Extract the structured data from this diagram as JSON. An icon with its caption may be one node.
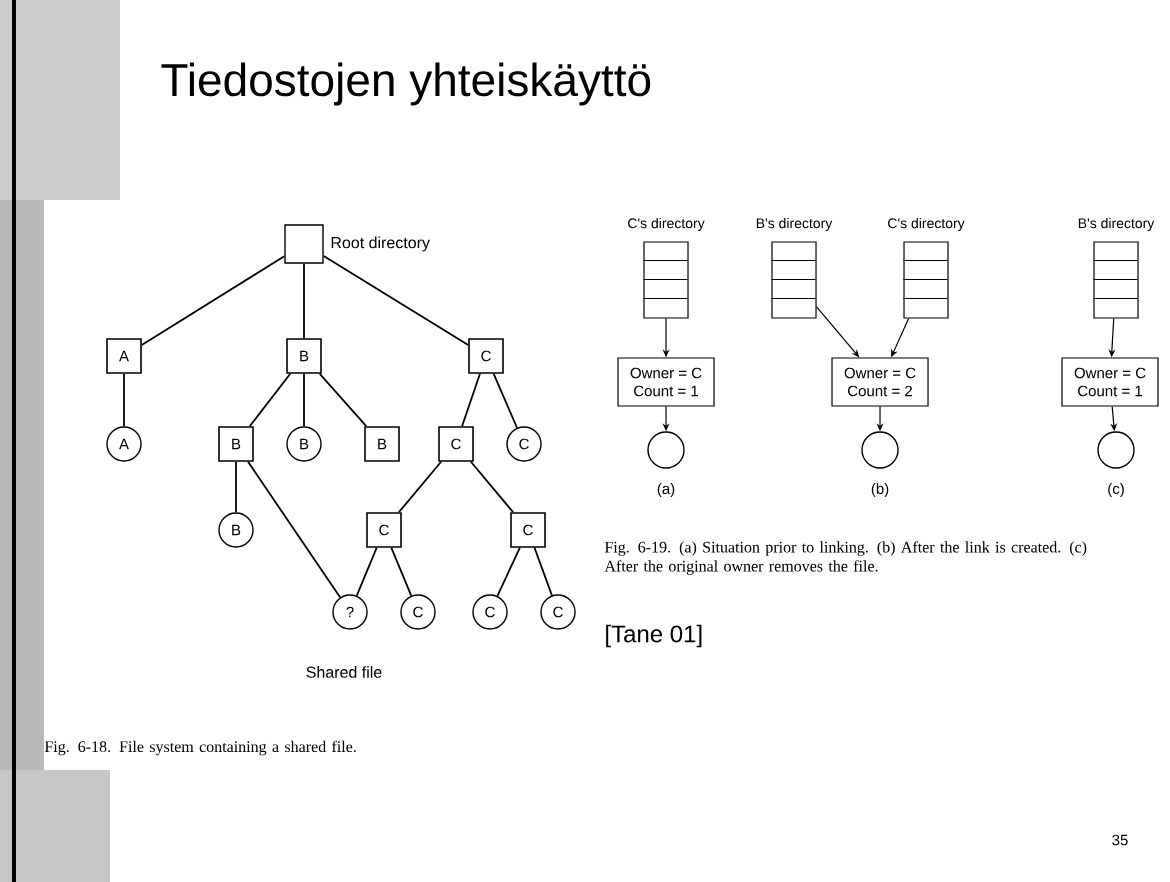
{
  "diagram": {
    "title": "Tiedostojen yhteiskäyttö",
    "nodes": [
      {
        "text": [],
        "shape": "box",
        "beside": [
          "Root directory"
        ]
      },
      {
        "text": [
          "A"
        ]
      },
      {
        "text": [
          "B"
        ]
      },
      {
        "text": [
          "C"
        ]
      },
      {
        "text": [
          "A"
        ]
      },
      {
        "text": [
          "B"
        ]
      },
      {
        "text": [
          "B"
        ]
      },
      {
        "text": [
          "B"
        ]
      },
      {
        "text": [
          "C"
        ]
      },
      {
        "text": [
          "C"
        ]
      },
      {
        "text": [
          "B"
        ]
      },
      {
        "text": [
          "C"
        ]
      },
      {
        "text": [
          "C"
        ]
      },
      {
        "text": [
          "?"
        ],
        "beside": [
          "Shared file"
        ]
      },
      {
        "text": [
          "C"
        ]
      },
      {
        "text": [
          "C"
        ]
      },
      {
        "text": [
          "C"
        ]
      },
      {
        "text": [
          "C's directory"
        ]
      },
      {
        "text": [
          "Owner = C",
          "Count = 1"
        ]
      },
      {
        "text": [],
        "shape": "circle"
      },
      {
        "text": [
          "B's directory"
        ]
      },
      {
        "text": [
          "C's directory"
        ]
      },
      {
        "text": [
          "Owner = C",
          "Count = 2"
        ]
      },
      {
        "text": [],
        "shape": "circle"
      },
      {
        "text": [
          "B's directory"
        ]
      },
      {
        "text": [
          "Owner = C",
          "Count = 1"
        ]
      },
      {
        "text": [],
        "shape": "circle"
      }
    ],
    "edges": [
      {
        "from": 0,
        "to": 1,
        "arrow": "none"
      },
      {
        "from": 0,
        "to": 2,
        "arrow": "none"
      },
      {
        "from": 0,
        "to": 3,
        "arrow": "none"
      },
      {
        "from": 1,
        "to": 4,
        "arrow": "none"
      },
      {
        "from": 2,
        "to": 5,
        "arrow": "none"
      },
      {
        "from": 2,
        "to": 6,
        "arrow": "none"
      },
      {
        "from": 2,
        "to": 7,
        "arrow": "none"
      },
      {
        "from": 3,
        "to": 8,
        "arrow": "none"
      },
      {
        "from": 3,
        "to": 9,
        "arrow": "none"
      },
      {
        "from": 5,
        "to": 10,
        "arrow": "none"
      },
      {
        "from": 5,
        "to": 13,
        "arrow": "none"
      },
      {
        "from": 8,
        "to": 11,
        "arrow": "none"
      },
      {
        "from": 8,
        "to": 12,
        "arrow": "none"
      },
      {
        "from": 11,
        "to": 13,
        "arrow": "none"
      },
      {
        "from": 11,
        "to": 14,
        "arrow": "none"
      },
      {
        "from": 12,
        "to": 15,
        "arrow": "none"
      },
      {
        "from": 12,
        "to": 16,
        "arrow": "none"
      },
      {
        "from": 17,
        "to": 18,
        "arrow": "to"
      },
      {
        "from": 18,
        "to": 19,
        "arrow": "to"
      },
      {
        "from": 20,
        "to": 22,
        "arrow": "to"
      },
      {
        "from": 21,
        "to": 22,
        "arrow": "to"
      },
      {
        "from": 22,
        "to": 23,
        "arrow": "to"
      },
      {
        "from": 24,
        "to": 25,
        "arrow": "to"
      },
      {
        "from": 25,
        "to": 26,
        "arrow": "to"
      }
    ],
    "labels": [
      "(a)",
      "(b)",
      "(c)",
      "Fig. 6-19. (a) Situation prior to linking. (b) After the link is created. (c) After the original owner removes the file.",
      "[Tane 01]",
      "Fig. 6-18. File system containing a shared file.",
      "35"
    ]
  }
}
